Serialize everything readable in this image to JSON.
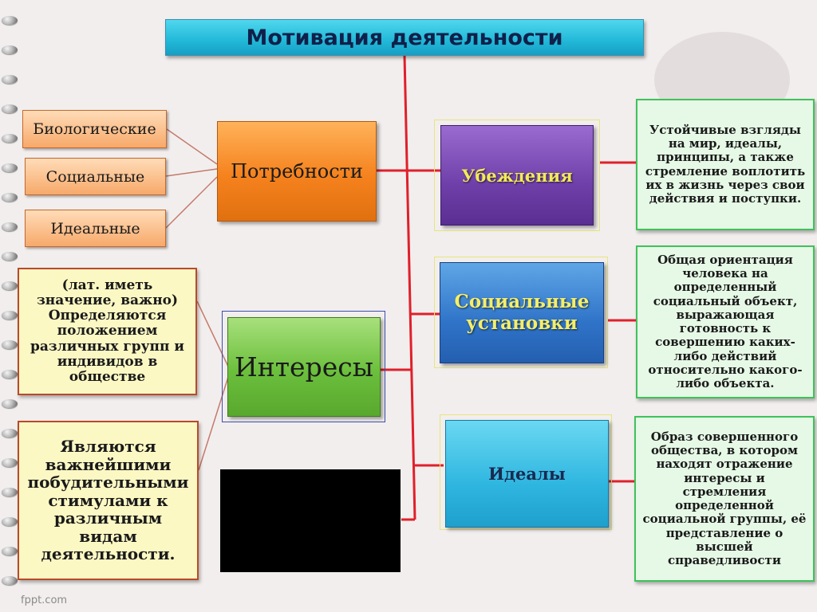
{
  "title": "Мотивация деятельности",
  "left_column": {
    "needs_types": [
      "Биологические",
      "Социальные",
      "Идеальные"
    ],
    "interests_definition": "(лат. иметь значение, важно) Определяются положением различных групп и индивидов в обществе",
    "interests_role": "Являются важнейшими побудительными стимулами к различным видам деятельности."
  },
  "center_column": {
    "needs": "Потребности",
    "interests": "Интересы"
  },
  "right_column": {
    "beliefs": {
      "label": "Убеждения",
      "description": "Устойчивые взгляды на мир, идеалы, принципы, а также стремление воплотить их в жизнь через свои действия и поступки."
    },
    "social_attitudes": {
      "label": "Социальные установки",
      "description": "Общая ориентация человека на определенный социальный объект, выражающая готовность к совершению каких-либо действий относительно какого-либо объекта."
    },
    "ideals": {
      "label": "Идеалы",
      "description": "Образ совершенного общества, в котором находят отражение интересы и стремления определенной социальной группы, её представление о высшей справедливости"
    }
  },
  "watermark": "fppt.com",
  "colors": {
    "connector_red": "#e0202a",
    "connector_brown": "#c47a6a"
  }
}
